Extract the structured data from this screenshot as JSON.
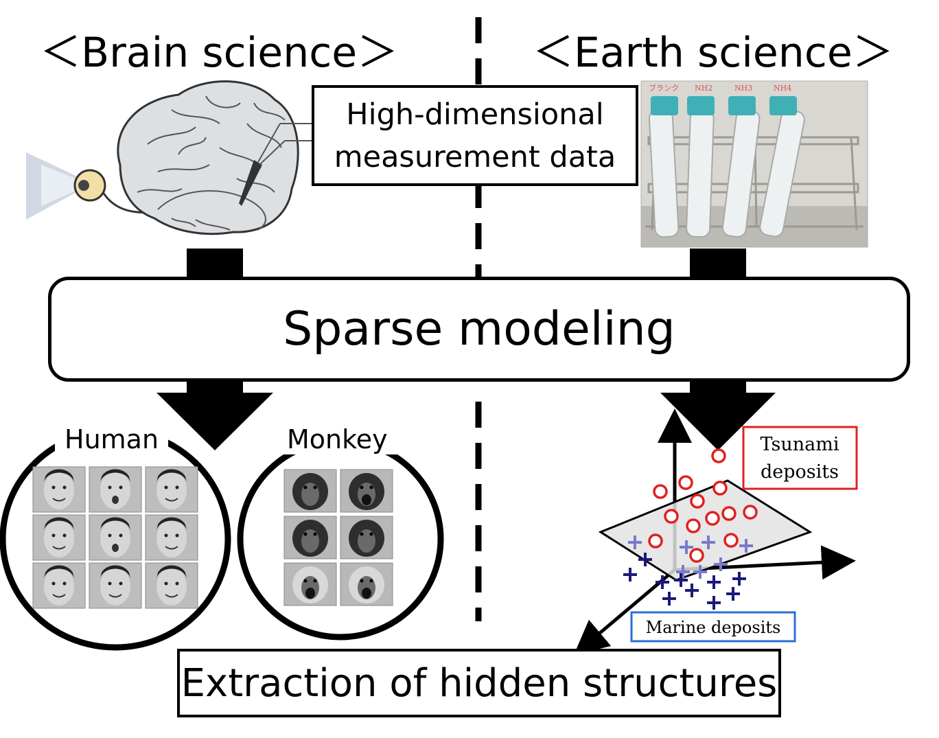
{
  "headings": {
    "left": "＜Brain science＞",
    "right": "＜Earth science＞"
  },
  "measurement": {
    "line1": "High-dimensional",
    "line2": "measurement data"
  },
  "process": {
    "label": "Sparse modeling"
  },
  "faces": {
    "human_label": "Human",
    "monkey_label": "Monkey"
  },
  "tubes": {
    "labels": [
      "ブランク",
      "NH2",
      "NH3",
      "NH4"
    ]
  },
  "plot": {
    "tsunami_line1": "Tsunami",
    "tsunami_line2": "deposits",
    "marine": "Marine deposits"
  },
  "result": {
    "label": "Extraction of hidden structures"
  },
  "colors": {
    "tsunami": "#e02020",
    "marine_border": "#2a6fd6",
    "marine_dark": "#1a1a7a",
    "marine_light": "#7a7acc"
  }
}
